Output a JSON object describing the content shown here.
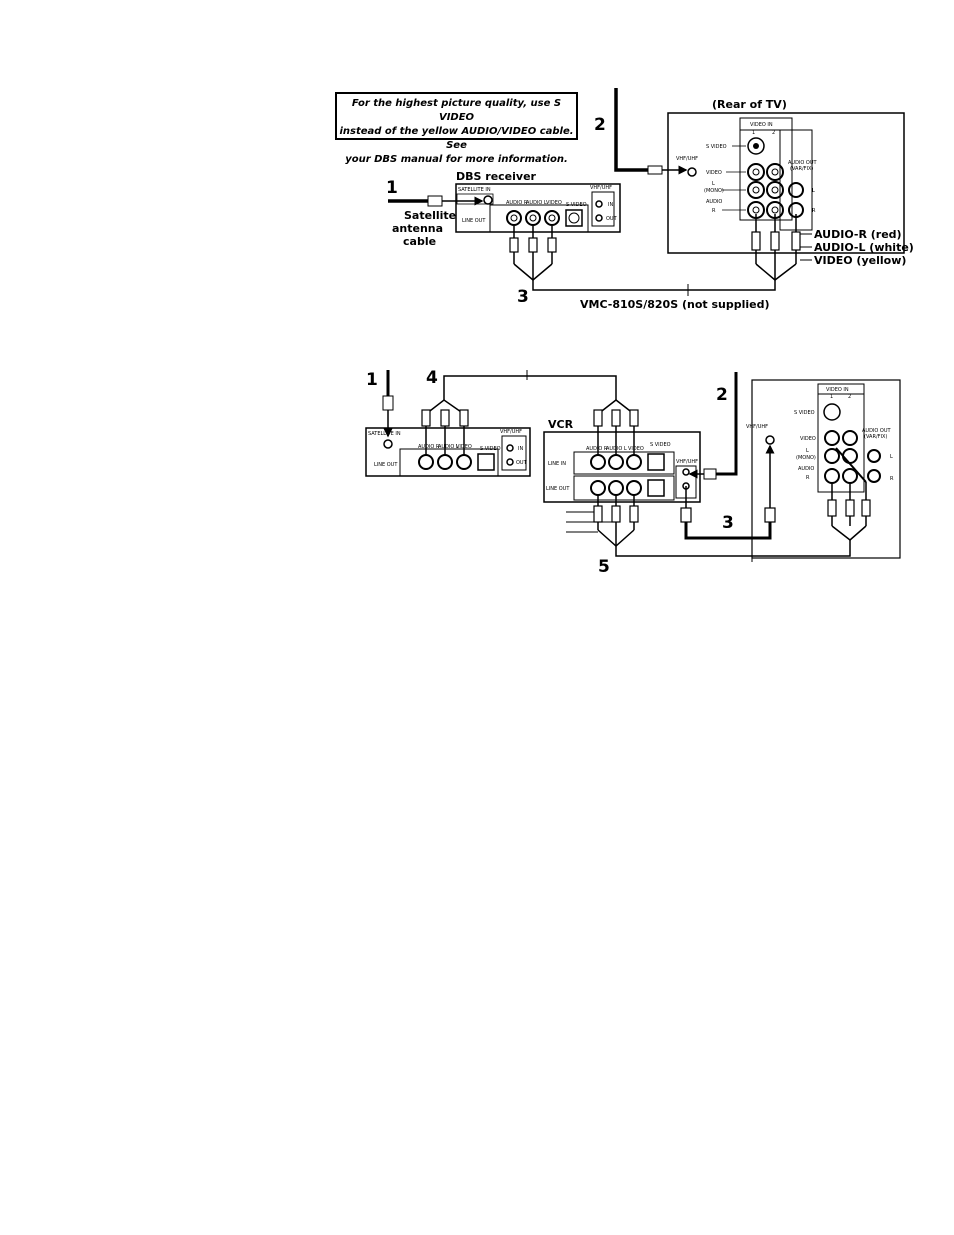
{
  "note": {
    "line1": "For the highest picture quality, use S VIDEO",
    "line2": "instead of the yellow AUDIO/VIDEO cable. See",
    "line3": "your DBS manual for more information."
  },
  "top": {
    "rear_tv": "(Rear of TV)",
    "dbs_receiver": "DBS receiver",
    "satellite_line1": "Satellite",
    "satellite_line2": "antenna",
    "satellite_line3": "cable",
    "audio_r": "AUDIO-R (red)",
    "audio_l": "AUDIO-L (white)",
    "video": "VIDEO (yellow)",
    "cable_model": "VMC-810S/820S (not supplied)",
    "num1": "1",
    "num2": "2",
    "num3": "3"
  },
  "bottom": {
    "vcr": "VCR",
    "num1": "1",
    "num2": "2",
    "num3": "3",
    "num4": "4",
    "num5": "5"
  },
  "panel": {
    "satellite_in": "SATELLITE IN",
    "audio_r": "AUDIO R",
    "audio_l": "AUDIO L",
    "video": "VIDEO",
    "s_video": "S VIDEO",
    "vhf_uhf": "VHF/UHF",
    "in": "IN",
    "out": "OUT",
    "line_out": "LINE OUT",
    "line_in": "LINE IN",
    "video_in": "VIDEO IN",
    "in_1": "1",
    "in_2": "2",
    "tv_s_video": "S VIDEO",
    "tv_video": "VIDEO",
    "tv_l": "L",
    "tv_mono": "(MONO)",
    "tv_audio": "AUDIO",
    "tv_r": "R",
    "audio_out": "AUDIO OUT",
    "var_fix": "(VAR/FIX)"
  }
}
